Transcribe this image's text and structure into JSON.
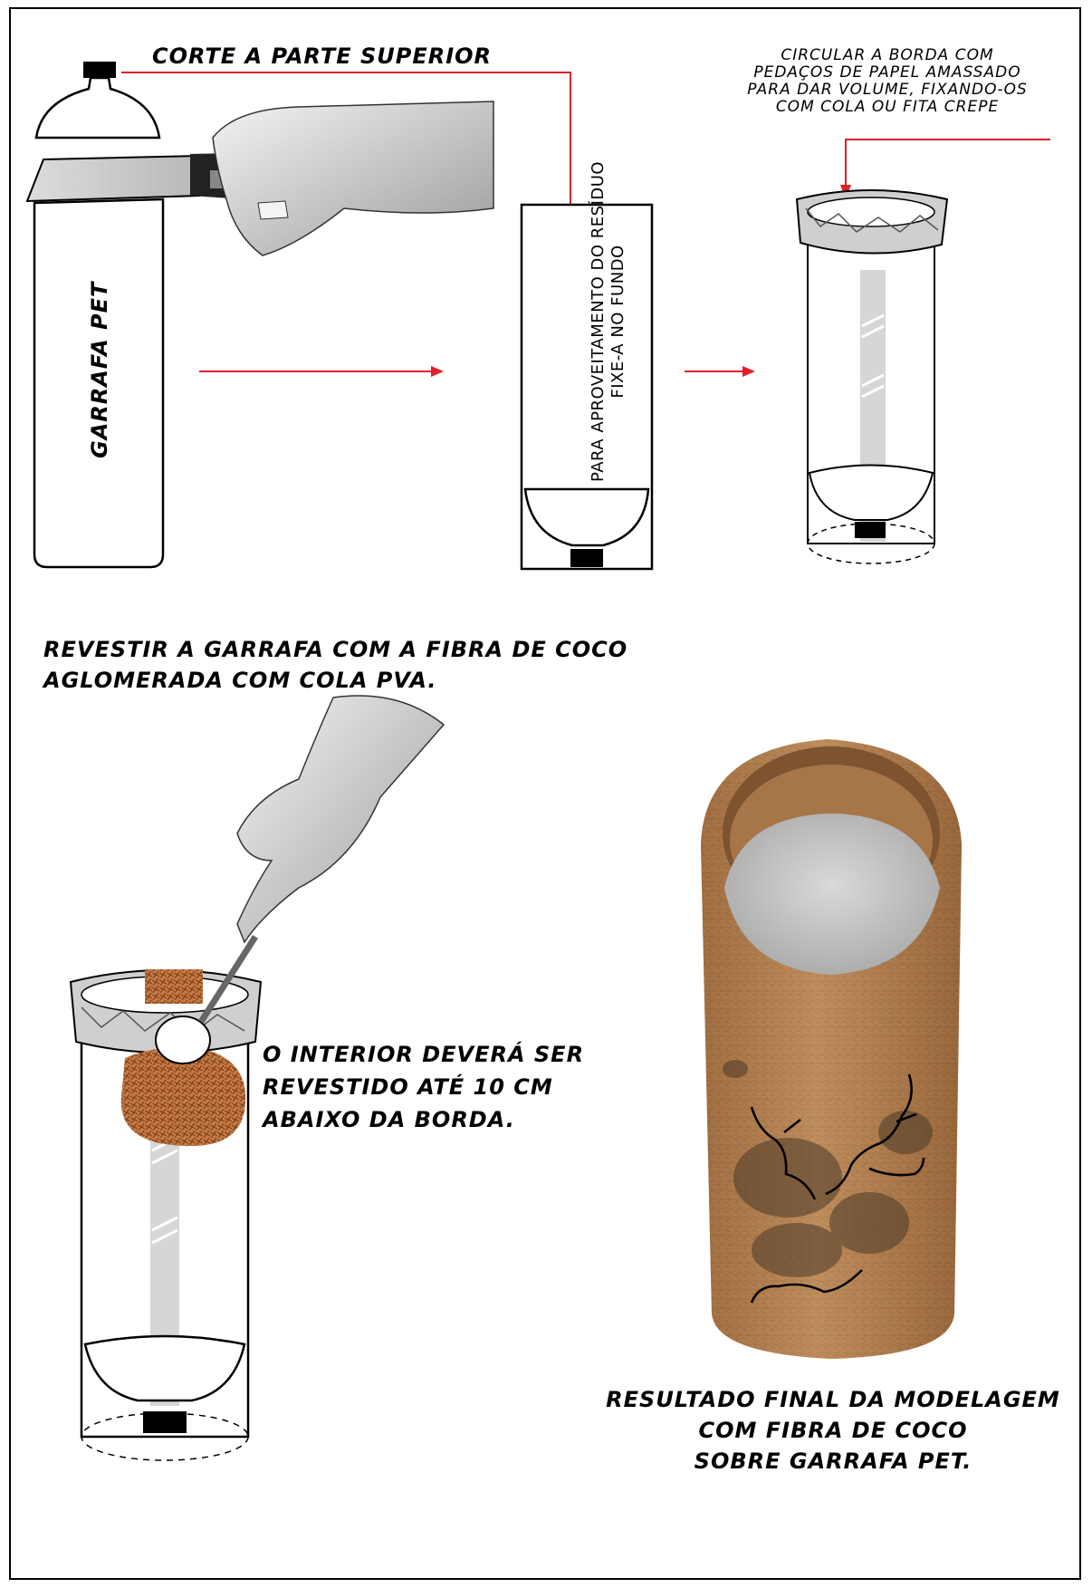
{
  "steps": {
    "cut": {
      "label": "CORTE  A PARTE SUPERIOR"
    },
    "bottle": {
      "label": "GARRAFA PET"
    },
    "reuse": {
      "line1": "PARA APROVEITAMENTO DO RESÍDUO",
      "line2": "FIXE-A NO FUNDO"
    },
    "rim": {
      "line1": "CIRCULAR A BORDA COM",
      "line2": "PEDAÇOS DE PAPEL AMASSADO",
      "line3": "PARA DAR VOLUME, FIXANDO-OS",
      "line4": "COM COLA OU FITA CREPE"
    },
    "coat": {
      "line1": "REVESTIR A GARRAFA COM A FIBRA DE COCO",
      "line2": "AGLOMERADA COM COLA PVA."
    },
    "interior": {
      "line1": "O INTERIOR DEVERÁ SER",
      "line2": "REVESTIDO ATÉ 10 CM",
      "line3": "ABAIXO  DA BORDA."
    },
    "result": {
      "line1": "RESULTADO FINAL DA MODELAGEM",
      "line2": "COM FIBRA DE COCO",
      "line3": "SOBRE GARRAFA PET."
    }
  },
  "colors": {
    "arrow": "#e0202a",
    "ink": "#000000",
    "coir": "#b07a4a",
    "coir_dark": "#8a5a32",
    "paper": "#cfcfcf",
    "plate": "#d6d6d6"
  }
}
